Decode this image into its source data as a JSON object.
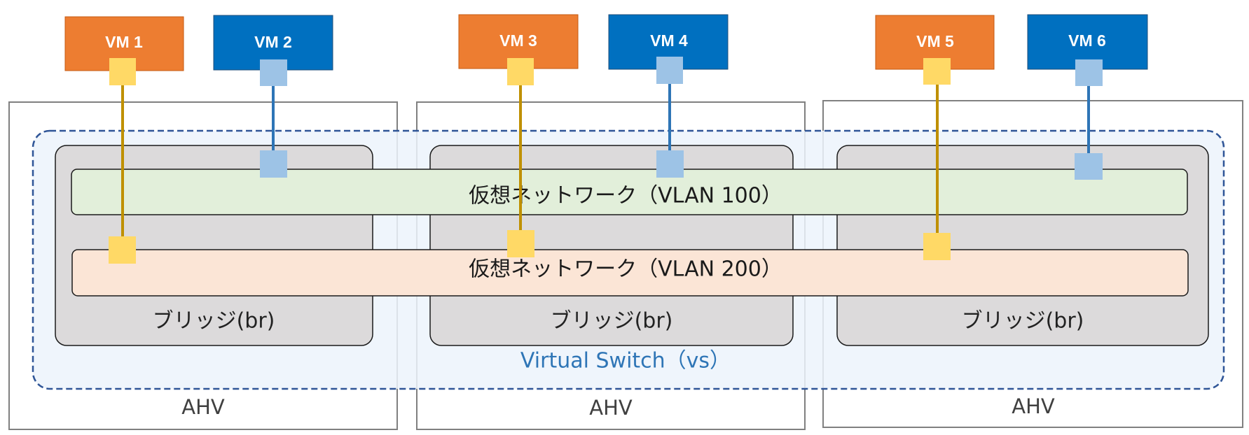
{
  "colors": {
    "vm_orange": "#ed7d31",
    "vm_blue": "#0070c0",
    "port_yellow": "#ffd966",
    "port_blue": "#9dc3e6",
    "line_gold": "#bf9000",
    "line_blue": "#2e75b6",
    "vs_fill": "#ecf3fb",
    "vs_border": "#2f5597",
    "bridge_fill": "#dcdadb",
    "vlan100_fill": "#e2efda",
    "vlan200_fill": "#fbe5d6",
    "ahv_border": "#808080"
  },
  "vms": [
    {
      "label": "VM 1",
      "vlan": "200"
    },
    {
      "label": "VM 2",
      "vlan": "100"
    },
    {
      "label": "VM 3",
      "vlan": "200"
    },
    {
      "label": "VM 4",
      "vlan": "100"
    },
    {
      "label": "VM 5",
      "vlan": "200"
    },
    {
      "label": "VM 6",
      "vlan": "100"
    }
  ],
  "networks": {
    "vlan100": "仮想ネットワーク（VLAN 100）",
    "vlan200": "仮想ネットワーク（VLAN 200）"
  },
  "bridge_label": "ブリッジ(br)",
  "virtual_switch_label": "Virtual Switch（vs）",
  "hosts": [
    {
      "label": "AHV"
    },
    {
      "label": "AHV"
    },
    {
      "label": "AHV"
    }
  ]
}
